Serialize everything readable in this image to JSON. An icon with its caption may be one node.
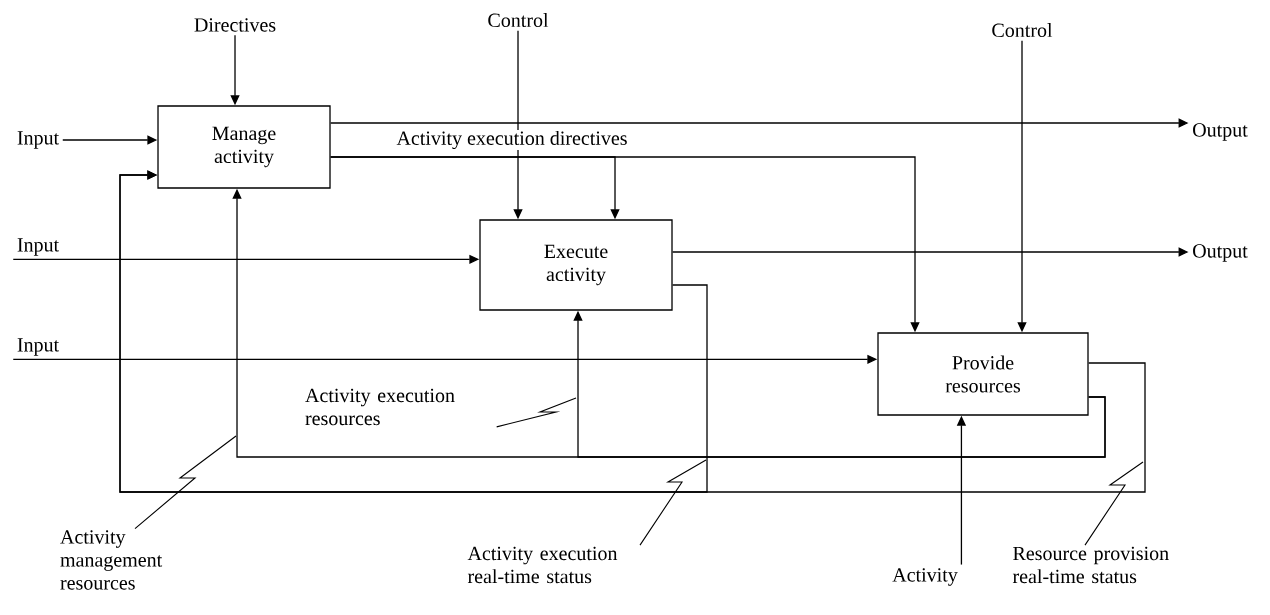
{
  "diagram": {
    "nodes": [
      {
        "text": [
          "Directives"
        ]
      },
      {
        "text": [
          "Control"
        ]
      },
      {
        "text": [
          "Control"
        ]
      },
      {
        "text": [
          "Input"
        ]
      },
      {
        "text": [
          "Manage activity"
        ]
      },
      {
        "text": [
          "Output"
        ]
      },
      {
        "text": [
          "Input"
        ]
      },
      {
        "text": [
          "Execute activity"
        ]
      },
      {
        "text": [
          "Output"
        ]
      },
      {
        "text": [
          "Input"
        ]
      },
      {
        "text": [
          "Provide resources"
        ]
      },
      {
        "text": [
          "Activity"
        ]
      },
      {
        "text": [
          "Activity execution resources"
        ]
      },
      {
        "text": [
          "Activity management resources"
        ]
      },
      {
        "text": [
          "Activity execution real-time status"
        ]
      },
      {
        "text": [
          "Resource provision real-time status"
        ]
      }
    ],
    "edges": [
      {
        "from": 0,
        "to": 4,
        "arrow": "to"
      },
      {
        "from": 3,
        "to": 4,
        "arrow": "to"
      },
      {
        "from": 1,
        "to": 7,
        "arrow": "to"
      },
      {
        "from": 6,
        "to": 7,
        "arrow": "to"
      },
      {
        "from": 2,
        "to": 10,
        "arrow": "to"
      },
      {
        "from": 9,
        "to": 10,
        "arrow": "to"
      },
      {
        "from": 4,
        "to": 5,
        "arrow": "to"
      },
      {
        "from": 4,
        "to": 7,
        "arrow": "to",
        "label": "Activity execution directives"
      },
      {
        "from": 4,
        "to": 10,
        "arrow": "to"
      },
      {
        "from": 7,
        "to": 8,
        "arrow": "to"
      },
      {
        "from": 11,
        "to": 10,
        "arrow": "to"
      },
      {
        "from": 10,
        "to": 7,
        "arrow": "to"
      },
      {
        "from": 10,
        "to": 4,
        "arrow": "to"
      },
      {
        "from": 7,
        "to": 4,
        "arrow": "to"
      },
      {
        "from": 10,
        "to": 4,
        "arrow": "to"
      },
      {
        "from": 12,
        "to": null,
        "arrow": "none"
      },
      {
        "from": 13,
        "to": null,
        "arrow": "none"
      },
      {
        "from": 14,
        "to": null,
        "arrow": "none"
      },
      {
        "from": 15,
        "to": null,
        "arrow": "none"
      }
    ]
  }
}
